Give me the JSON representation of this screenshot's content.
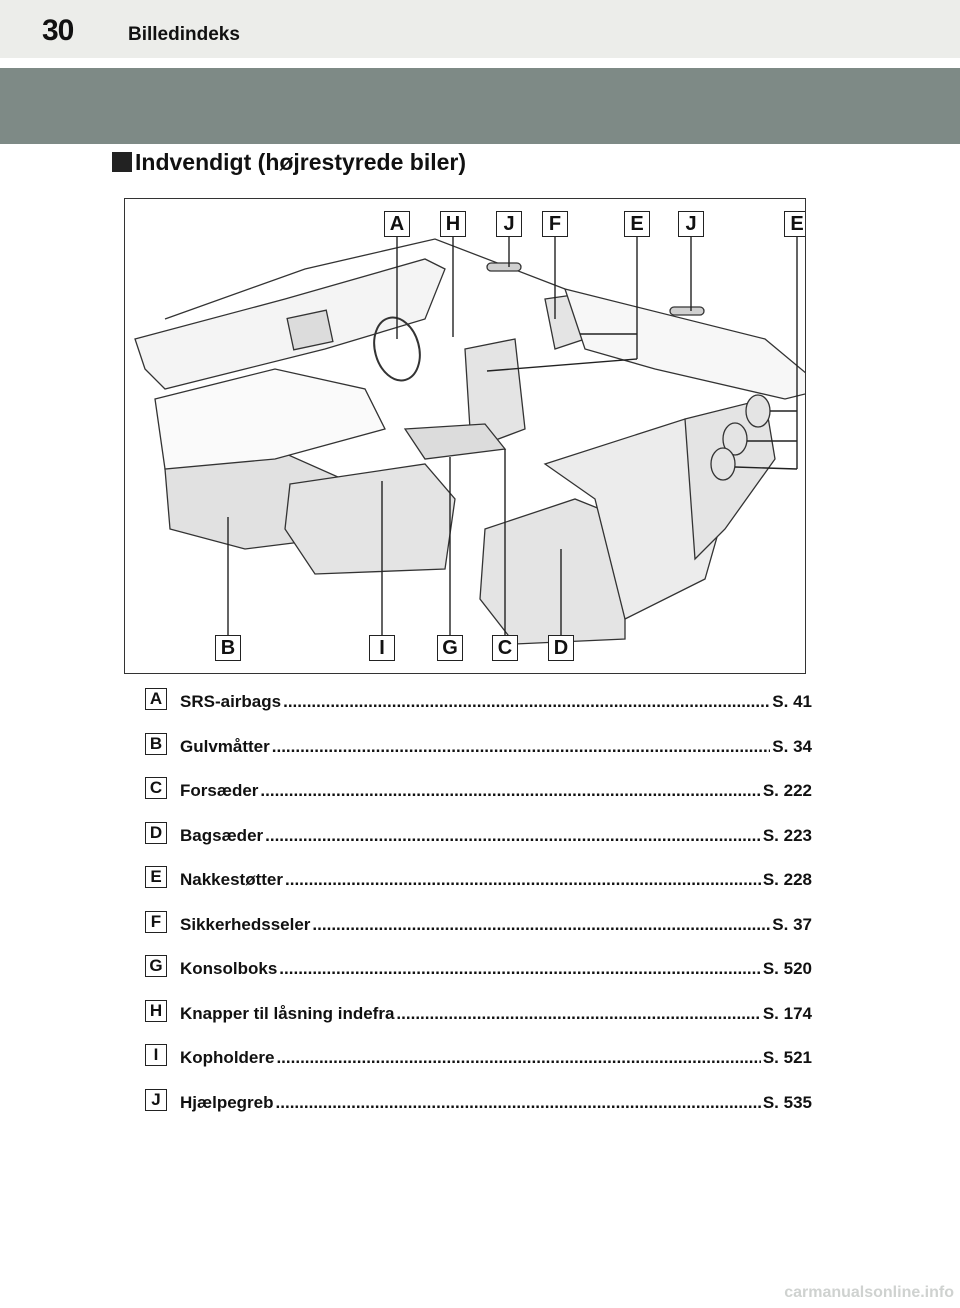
{
  "header": {
    "page_number": "30",
    "title": "Billedindeks"
  },
  "section": {
    "heading": "Indvendigt (højrestyrede biler)"
  },
  "figure": {
    "callouts_top": [
      "A",
      "H",
      "J",
      "F",
      "E",
      "J",
      "E"
    ],
    "callouts_bottom": [
      "B",
      "I",
      "G",
      "C",
      "D"
    ]
  },
  "legend": {
    "items": [
      {
        "letter": "A",
        "label": "SRS-airbags",
        "page": "S. 41"
      },
      {
        "letter": "B",
        "label": "Gulvmåtter",
        "page": "S. 34"
      },
      {
        "letter": "C",
        "label": "Forsæder",
        "page": "S. 222"
      },
      {
        "letter": "D",
        "label": "Bagsæder",
        "page": "S. 223"
      },
      {
        "letter": "E",
        "label": "Nakkestøtter",
        "page": "S. 228"
      },
      {
        "letter": "F",
        "label": "Sikkerhedsseler",
        "page": "S. 37"
      },
      {
        "letter": "G",
        "label": "Konsolboks",
        "page": "S. 520"
      },
      {
        "letter": "H",
        "label": "Knapper til låsning indefra",
        "page": "S. 174"
      },
      {
        "letter": "I",
        "label": "Kopholdere",
        "page": "S. 521"
      },
      {
        "letter": "J",
        "label": "Hjælpegreb",
        "page": "S. 535"
      }
    ]
  },
  "footer": {
    "watermark": "carmanualsonline.info"
  }
}
